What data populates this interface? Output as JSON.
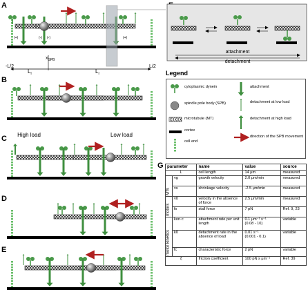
{
  "panels": {
    "A": {
      "label": "A"
    },
    "B": {
      "label": "B"
    },
    "C": {
      "label": "C",
      "high_load": "High\nload",
      "low_load": "Low\nload"
    },
    "D": {
      "label": "D"
    },
    "E": {
      "label": "E"
    },
    "F": {
      "label": "F",
      "attachment": "attachment",
      "detachment": "detachment"
    },
    "G": {
      "label": "G"
    }
  },
  "panel_a": {
    "left_end": "-L/2",
    "right_end": "L/2",
    "xspb": "x",
    "xspb_sub": "SPB",
    "l_left": "L",
    "l_left_sub": "l",
    "l_right": "L",
    "l_right_sub": "r",
    "signs": [
      "(+)",
      "(-)",
      "(-)",
      "(+)"
    ]
  },
  "legend": {
    "title": "Legend",
    "items": [
      {
        "icon": "dynein-icon",
        "text": "cytoplasmic dynein"
      },
      {
        "icon": "spb-icon",
        "text": "spindle pole body (SPB)"
      },
      {
        "icon": "microtubule-icon",
        "text": "microtubule (MT)"
      },
      {
        "icon": "cortex-icon",
        "text": "cortex"
      },
      {
        "icon": "cell-end-icon",
        "text": "cell end"
      },
      {
        "icon": "attachment-arrow-icon",
        "text": "attachment"
      },
      {
        "icon": "detachment-low-icon",
        "text": "detachment at low load"
      },
      {
        "icon": "detachment-high-icon",
        "text": "detachment at high load"
      },
      {
        "icon": "spb-direction-icon",
        "text": "direction of the SPB movement"
      }
    ]
  },
  "table": {
    "headers": [
      "parameter",
      "name",
      "value",
      "source"
    ],
    "groups": {
      "mts": "MTs",
      "motors": "motors",
      "kinetics": "motor kinetics"
    },
    "rows": [
      {
        "param": "L",
        "name": "cell length",
        "value": "14 μm",
        "source": "measured"
      },
      {
        "param": "vg",
        "name": "growth velocity",
        "value": "2.0 μm/min",
        "source": "measured"
      },
      {
        "param": "vs",
        "name": "shrinkage velocity",
        "value": "-2.5 μm/min",
        "source": "measured"
      },
      {
        "param": "v0",
        "name": "velocity in the absence of force",
        "value": "2.5 μm/min",
        "source": "measured"
      },
      {
        "param": "fs",
        "name": "stall force",
        "value": "7 pN",
        "source": "Ref. 9, 23"
      },
      {
        "param": "kon·c",
        "name": "attachment rate per unit length",
        "value": "0.1 μm⁻¹ s⁻¹\n(0.08 - 10)",
        "source": "variable"
      },
      {
        "param": "k0",
        "name": "detachment rate in the absence of load",
        "value": "0.01 s⁻¹\n(0.001 - 0.1)",
        "source": "variable"
      },
      {
        "param": "fc",
        "name": "characteristic force",
        "value": "2 pN",
        "source": "variable"
      },
      {
        "param": "ξ",
        "name": "friction coefficient",
        "value": "100 pN s μm⁻¹",
        "source": "Ref. 39"
      }
    ]
  },
  "colors": {
    "dynein": "#4a9a4a",
    "arrow": "#3f8f3f",
    "spb_arrow": "#b02020",
    "cell_end": "#6cbf6c"
  }
}
